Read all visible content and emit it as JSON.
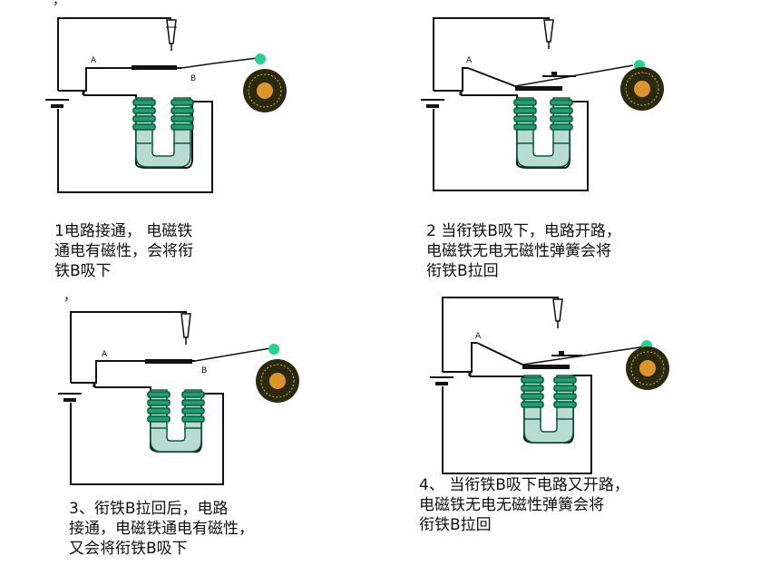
{
  "panels": [
    {
      "caption": "1电路接通， 电磁铁\n通电有磁性，会将衔\n铁B吸下",
      "label_a": "A",
      "label_b": "B",
      "state": "closed"
    },
    {
      "caption": "2 当衔铁B吸下，电路开路，\n电磁铁无电无磁性弹簧会将\n衔铁B拉回",
      "label_a": "A",
      "label_b": "",
      "state": "attracted"
    },
    {
      "caption": "3、衔铁B拉回后，电路\n接通，电磁铁通电有磁性，\n又会将衔铁B吸下",
      "label_a": "A",
      "label_b": "B",
      "state": "closed"
    },
    {
      "caption": "4、 当衔铁B吸下电路又开路，\n电磁铁无电无磁性弹簧会将\n衔铁B拉回",
      "label_a": "A",
      "label_b": "",
      "state": "attracted"
    }
  ],
  "marks": {
    "comma": "，"
  },
  "colors": {
    "coil": "#1f9e70",
    "coil_dark": "#0c5a3c",
    "core": "#b8dcd2",
    "wire": "#111111",
    "bell": "#2b2a10",
    "bell_center": "#f0a030",
    "lamp": "#22d48a"
  }
}
